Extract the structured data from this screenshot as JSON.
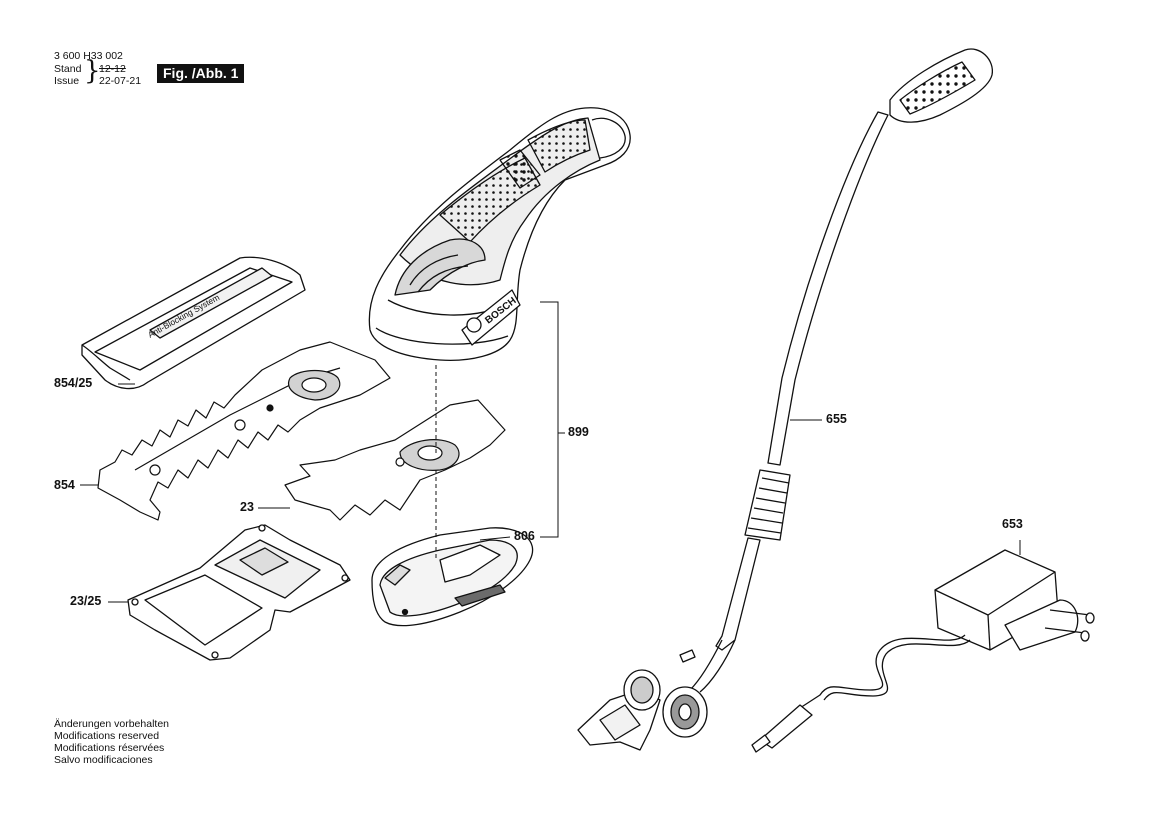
{
  "header": {
    "doc_number": "3 600 H33 002",
    "stand_label": "Stand",
    "issue_label": "Issue",
    "stand_value": "12-12",
    "issue_value": "22-07-21",
    "figure_label": "Fig. /Abb. 1"
  },
  "parts": {
    "p854_25": "854/25",
    "p854": "854",
    "p23": "23",
    "p23_25": "23/25",
    "p899": "899",
    "p806": "806",
    "p655": "655",
    "p653": "653"
  },
  "embossed": {
    "cover_text": "Anti-Blocking System",
    "brand": "BOSCH"
  },
  "footer": {
    "lines": [
      "Änderungen vorbehalten",
      "Modifications reserved",
      "Modifications réservées",
      "Salvo modificaciones"
    ]
  },
  "colors": {
    "ink": "#111111",
    "paper": "#ffffff",
    "shade": "#cfcfcf",
    "dark_shade": "#6b6b6b"
  }
}
